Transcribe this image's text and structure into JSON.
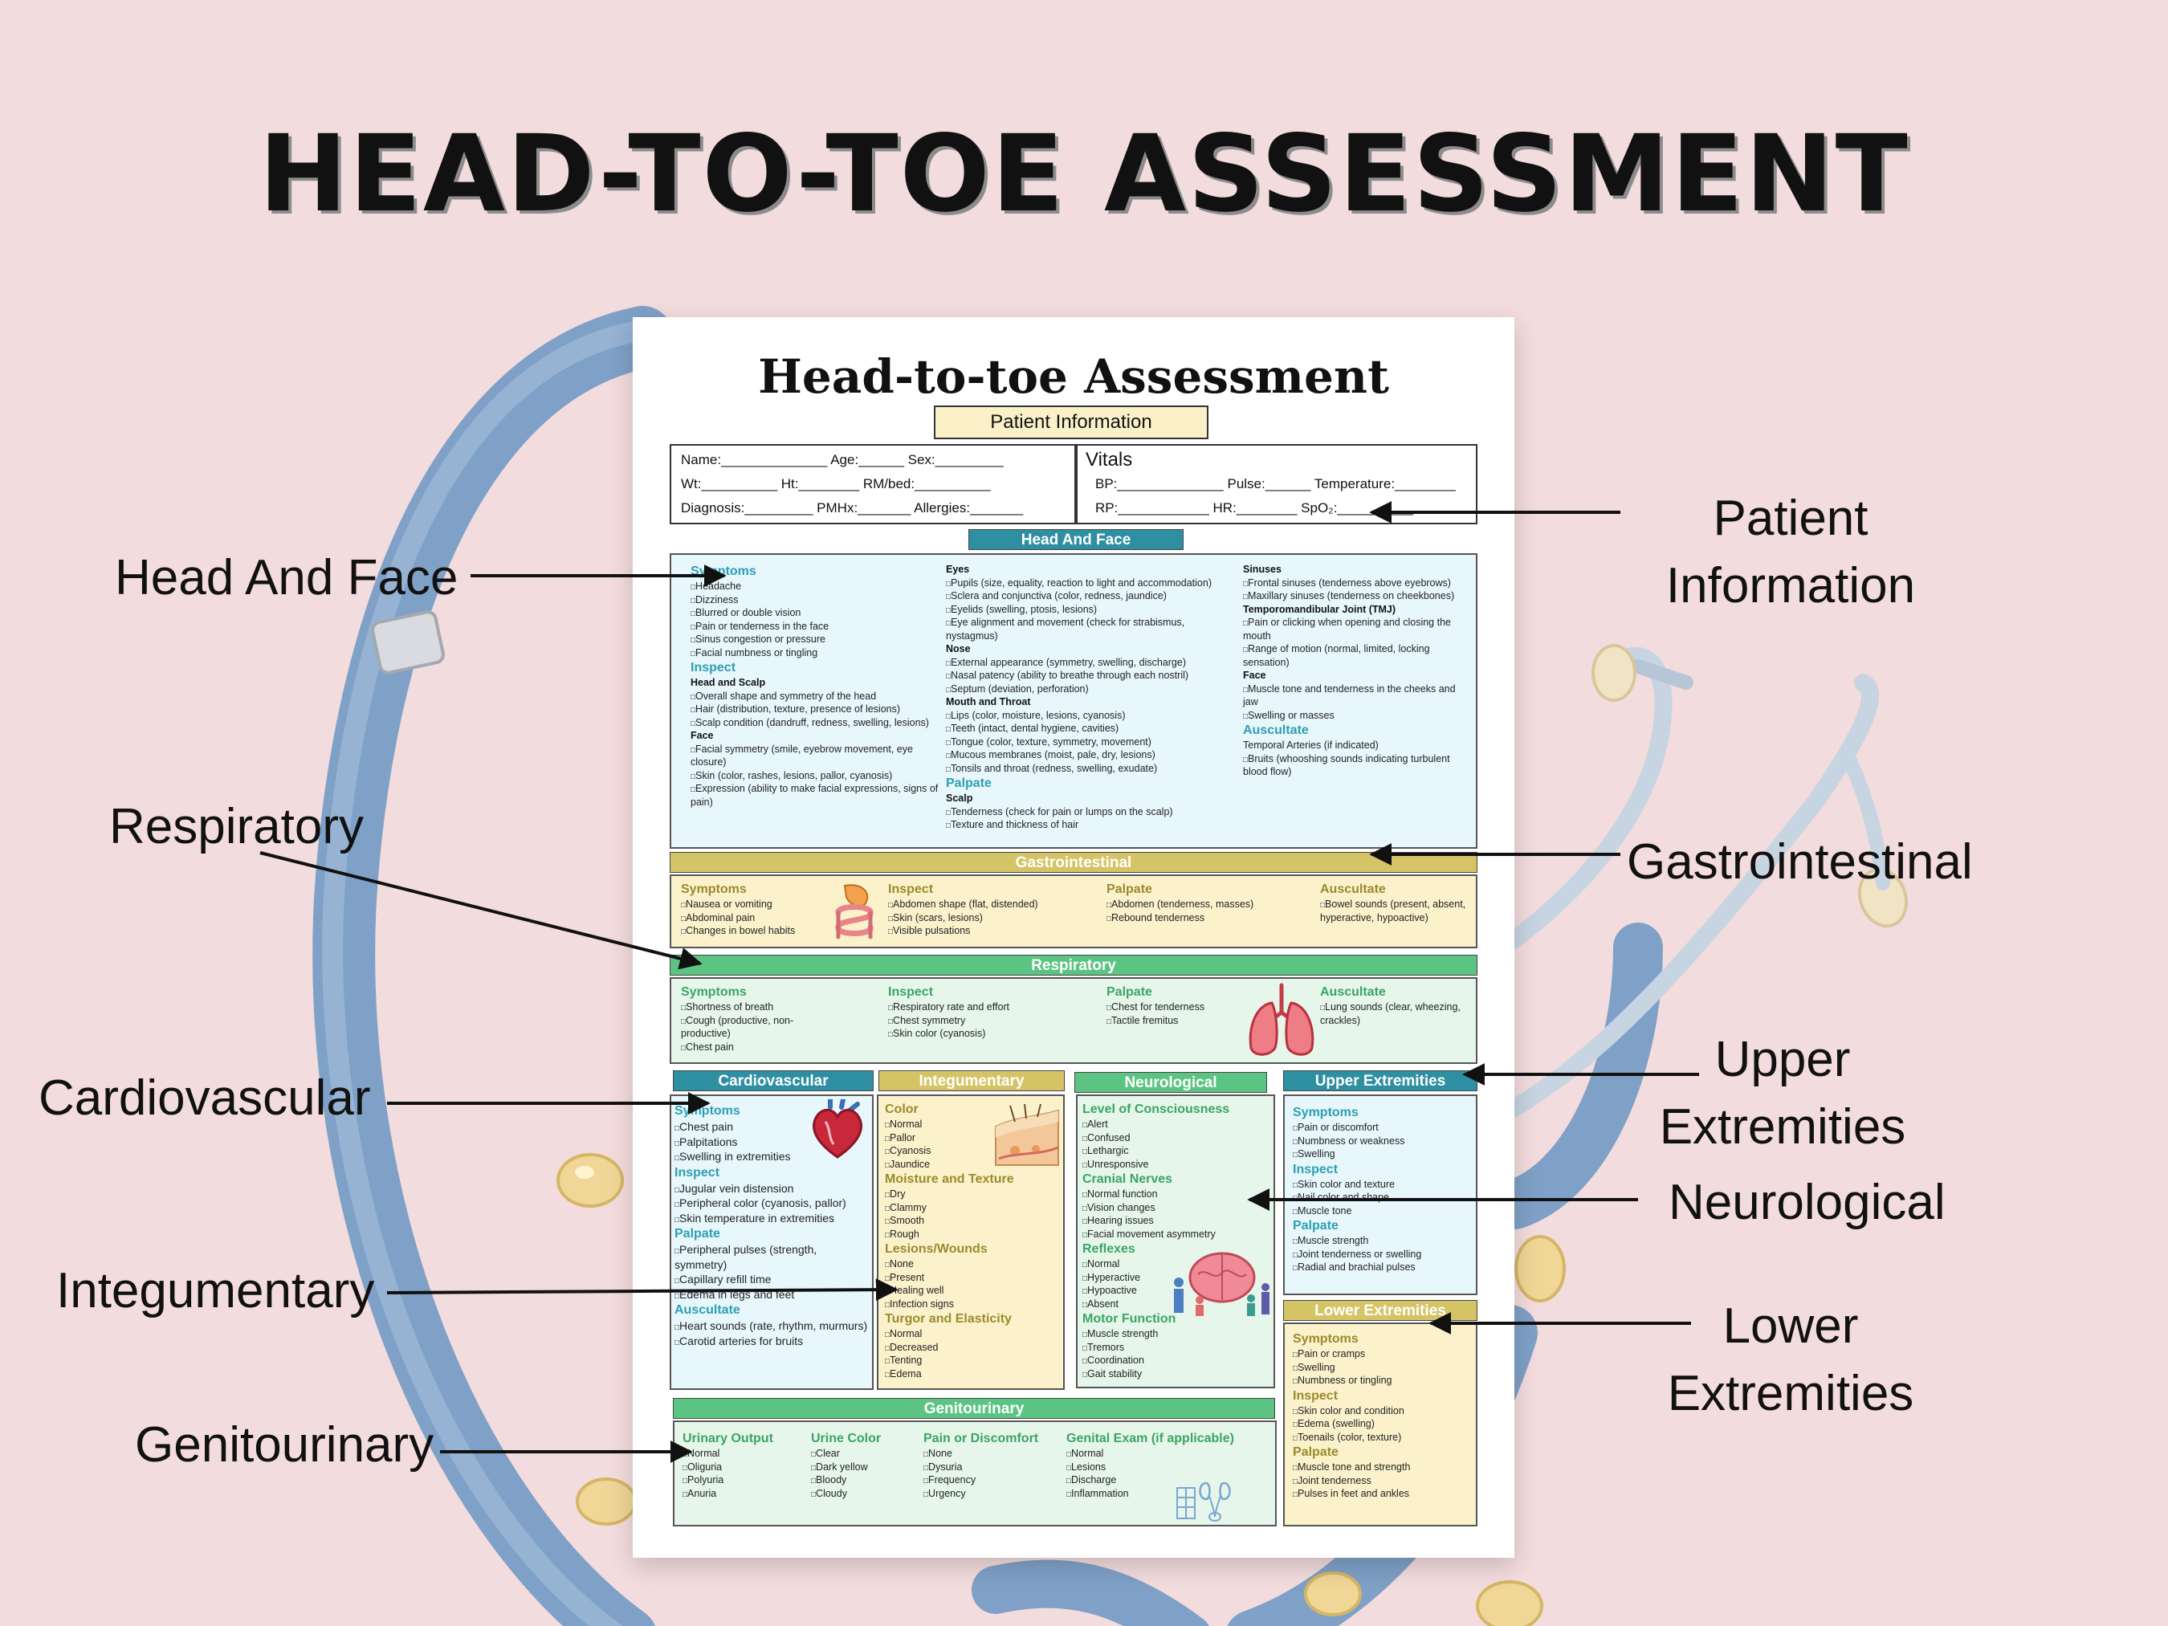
{
  "page": {
    "title": "HEAD-TO-TOE ASSESSMENT",
    "callouts": {
      "head_and_face": "Head And Face",
      "respiratory": "Respiratory",
      "cardiovascular": "Cardiovascular",
      "integumentary": "Integumentary",
      "genitourinary": "Genitourinary",
      "patient_information_1": "Patient",
      "patient_information_2": "Information",
      "gastrointestinal": "Gastrointestinal",
      "upper_1": "Upper",
      "upper_2": "Extremities",
      "neurological": "Neurological",
      "lower_1": "Lower",
      "lower_2": "Extremities"
    }
  },
  "sheet": {
    "title": "Head-to-toe Assessment",
    "patient_info_label": "Patient Information",
    "patient_fields": [
      "Name:______________ Age:______ Sex:_________",
      "Wt:__________ Ht:________ RM/bed:__________",
      "Diagnosis:_________ PMHx:_______ Allergies:_______"
    ],
    "vitals": {
      "title": "Vitals",
      "line1": "BP:______________ Pulse:______ Temperature:________",
      "line2": "RP:____________ HR:________ SpO₂:__________"
    },
    "head_face": {
      "label": "Head And Face",
      "c1": {
        "symptoms_h": "Symptoms",
        "symptoms": [
          "Headache",
          "Dizziness",
          "Blurred or double vision",
          "Pain or tenderness in the face",
          "Sinus congestion or pressure",
          "Facial numbness or tingling"
        ],
        "inspect_h": "Inspect",
        "scalp_h": "Head and Scalp",
        "scalp": [
          "Overall shape and symmetry of the head",
          "Hair (distribution, texture, presence of lesions)",
          "Scalp condition (dandruff, redness, swelling, lesions)"
        ],
        "face_h": "Face",
        "face": [
          "Facial symmetry (smile, eyebrow movement, eye closure)",
          "Skin (color, rashes, lesions, pallor, cyanosis)",
          "Expression (ability to make facial expressions, signs of pain)"
        ]
      },
      "c2": {
        "eyes_h": "Eyes",
        "eyes": [
          "Pupils (size, equality, reaction to light and accommodation)",
          "Sclera and conjunctiva (color, redness, jaundice)",
          "Eyelids (swelling, ptosis, lesions)",
          "Eye alignment and movement (check for strabismus, nystagmus)"
        ],
        "nose_h": "Nose",
        "nose": [
          "External appearance (symmetry, swelling, discharge)",
          "Nasal patency (ability to breathe through each nostril)",
          "Septum (deviation, perforation)"
        ],
        "mouth_h": "Mouth and Throat",
        "mouth": [
          "Lips (color, moisture, lesions, cyanosis)",
          "Teeth (intact, dental hygiene, cavities)",
          "Tongue (color, texture, symmetry, movement)",
          "Mucous membranes (moist, pale, dry, lesions)",
          "Tonsils and throat (redness, swelling, exudate)"
        ],
        "palpate_h": "Palpate",
        "scalp_h": "Scalp",
        "scalp": [
          "Tenderness (check for pain or lumps on the scalp)",
          "Texture and thickness of hair"
        ]
      },
      "c3": {
        "sinuses_h": "Sinuses",
        "sinuses": [
          "Frontal sinuses (tenderness above eyebrows)",
          "Maxillary sinuses (tenderness on cheekbones)"
        ],
        "tmj_h": "Temporomandibular Joint (TMJ)",
        "tmj": [
          "Pain or clicking when opening and closing the mouth",
          "Range of motion (normal, limited, locking sensation)"
        ],
        "face_h": "Face",
        "face": [
          "Muscle tone and tenderness in the cheeks and jaw",
          "Swelling or masses"
        ],
        "auscultate_h": "Auscultate",
        "auscultate": [
          "Temporal Arteries (if indicated)",
          "Bruits (whooshing sounds indicating turbulent blood flow)"
        ]
      }
    },
    "gi": {
      "label": "Gastrointestinal",
      "symptoms_h": "Symptoms",
      "symptoms": [
        "Nausea or vomiting",
        "Abdominal pain",
        "Changes in bowel habits"
      ],
      "inspect_h": "Inspect",
      "inspect": [
        "Abdomen shape (flat, distended)",
        "Skin (scars, lesions)",
        "Visible pulsations"
      ],
      "palpate_h": "Palpate",
      "palpate": [
        "Abdomen (tenderness, masses)",
        "Rebound tenderness"
      ],
      "auscultate_h": "Auscultate",
      "auscultate": [
        "Bowel sounds (present, absent, hyperactive, hypoactive)"
      ]
    },
    "resp": {
      "label": "Respiratory",
      "symptoms_h": "Symptoms",
      "symptoms": [
        "Shortness of breath",
        "Cough (productive, non-productive)",
        "Chest pain"
      ],
      "inspect_h": "Inspect",
      "inspect": [
        "Respiratory rate and effort",
        "Chest symmetry",
        "Skin color (cyanosis)"
      ],
      "palpate_h": "Palpate",
      "palpate": [
        "Chest for tenderness",
        "Tactile fremitus"
      ],
      "auscultate_h": "Auscultate",
      "auscultate": [
        "Lung sounds (clear, wheezing, crackles)"
      ]
    },
    "cardio": {
      "label": "Cardiovascular",
      "symptoms_h": "Symptoms",
      "symptoms": [
        "Chest pain",
        "Palpitations",
        "Swelling in extremities"
      ],
      "inspect_h": "Inspect",
      "inspect": [
        "Jugular vein distension",
        "Peripheral color (cyanosis, pallor)",
        "Skin temperature in extremities"
      ],
      "palpate_h": "Palpate",
      "palpate": [
        "Peripheral pulses (strength, symmetry)",
        "Capillary refill time",
        "Edema in legs and feet"
      ],
      "auscultate_h": "Auscultate",
      "auscultate": [
        "Heart sounds (rate, rhythm, murmurs)",
        "Carotid arteries for bruits"
      ]
    },
    "integ": {
      "label": "Integumentary",
      "color_h": "Color",
      "color": [
        "Normal",
        "Pallor",
        "Cyanosis",
        "Jaundice"
      ],
      "moist_h": "Moisture and Texture",
      "moist": [
        "Dry",
        "Clammy",
        "Smooth",
        "Rough"
      ],
      "lesions_h": "Lesions/Wounds",
      "lesions": [
        "None",
        "Present",
        "Healing well",
        "Infection signs"
      ],
      "turgor_h": "Turgor and Elasticity",
      "turgor": [
        "Normal",
        "Decreased",
        "Tenting",
        "Edema"
      ]
    },
    "neuro": {
      "label": "Neurological",
      "loc_h": "Level of Consciousness",
      "loc": [
        "Alert",
        "Confused",
        "Lethargic",
        "Unresponsive"
      ],
      "cn_h": "Cranial Nerves",
      "cn": [
        "Normal function",
        "Vision changes",
        "Hearing issues",
        "Facial movement asymmetry"
      ],
      "reflex_h": "Reflexes",
      "reflex": [
        "Normal",
        "Hyperactive",
        "Hypoactive",
        "Absent"
      ],
      "motor_h": "Motor Function",
      "motor": [
        "Muscle strength",
        "Tremors",
        "Coordination",
        "Gait stability"
      ]
    },
    "upper": {
      "label": "Upper Extremities",
      "symptoms_h": "Symptoms",
      "symptoms": [
        "Pain or discomfort",
        "Numbness or weakness",
        "Swelling"
      ],
      "inspect_h": "Inspect",
      "inspect": [
        "Skin color and texture",
        "Nail color and shape",
        "Muscle tone"
      ],
      "palpate_h": "Palpate",
      "palpate": [
        "Muscle strength",
        "Joint tenderness or swelling",
        "Radial and brachial pulses"
      ]
    },
    "lower": {
      "label": "Lower Extremities",
      "symptoms_h": "Symptoms",
      "symptoms": [
        "Pain or cramps",
        "Swelling",
        "Numbness or tingling"
      ],
      "inspect_h": "Inspect",
      "inspect": [
        "Skin color and condition",
        "Edema (swelling)",
        "Toenails (color, texture)"
      ],
      "palpate_h": "Palpate",
      "palpate": [
        "Muscle tone and strength",
        "Joint tenderness",
        "Pulses in feet and ankles"
      ]
    },
    "gu": {
      "label": "Genitourinary",
      "output_h": "Urinary Output",
      "output": [
        "Normal",
        "Oliguria",
        "Polyuria",
        "Anuria"
      ],
      "color_h": "Urine Color",
      "color": [
        "Clear",
        "Dark yellow",
        "Bloody",
        "Cloudy"
      ],
      "pain_h": "Pain or Discomfort",
      "pain": [
        "None",
        "Dysuria",
        "Frequency",
        "Urgency"
      ],
      "exam_h": "Genital Exam (if applicable)",
      "exam": [
        "Normal",
        "Lesions",
        "Discharge",
        "Inflammation"
      ]
    }
  }
}
